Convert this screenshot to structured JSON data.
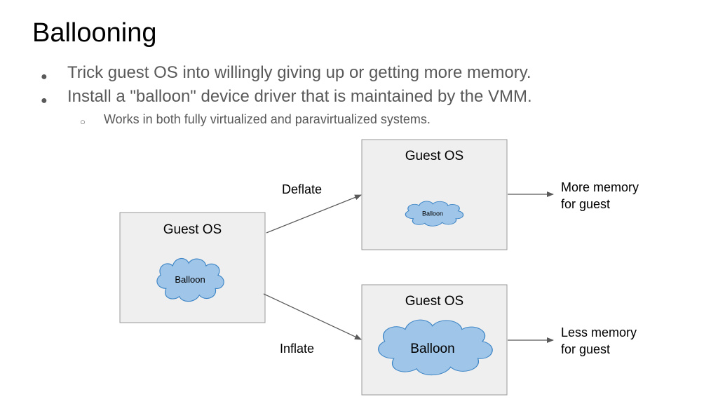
{
  "slide": {
    "title": "Ballooning",
    "bullets": [
      "Trick guest OS into willingly giving up or getting more memory.",
      "Install a \"balloon\" device driver that is maintained by the VMM."
    ],
    "sub_bullets": [
      "Works in both fully virtualized and paravirtualized systems."
    ]
  },
  "diagram": {
    "left_box": {
      "label": "Guest OS",
      "balloon_label": "Balloon"
    },
    "top_box": {
      "label": "Guest OS",
      "balloon_label": "Balloon"
    },
    "bottom_box": {
      "label": "Guest OS",
      "balloon_label": "Balloon"
    },
    "deflate_label": "Deflate",
    "inflate_label": "Inflate",
    "more_memory": [
      "More memory",
      "for guest"
    ],
    "less_memory": [
      "Less memory",
      "for guest"
    ],
    "colors": {
      "box_fill": "#efefef",
      "box_stroke": "#999999",
      "balloon_fill": "#9fc5e8",
      "balloon_stroke": "#3d85c6",
      "arrow": "#595959"
    }
  }
}
